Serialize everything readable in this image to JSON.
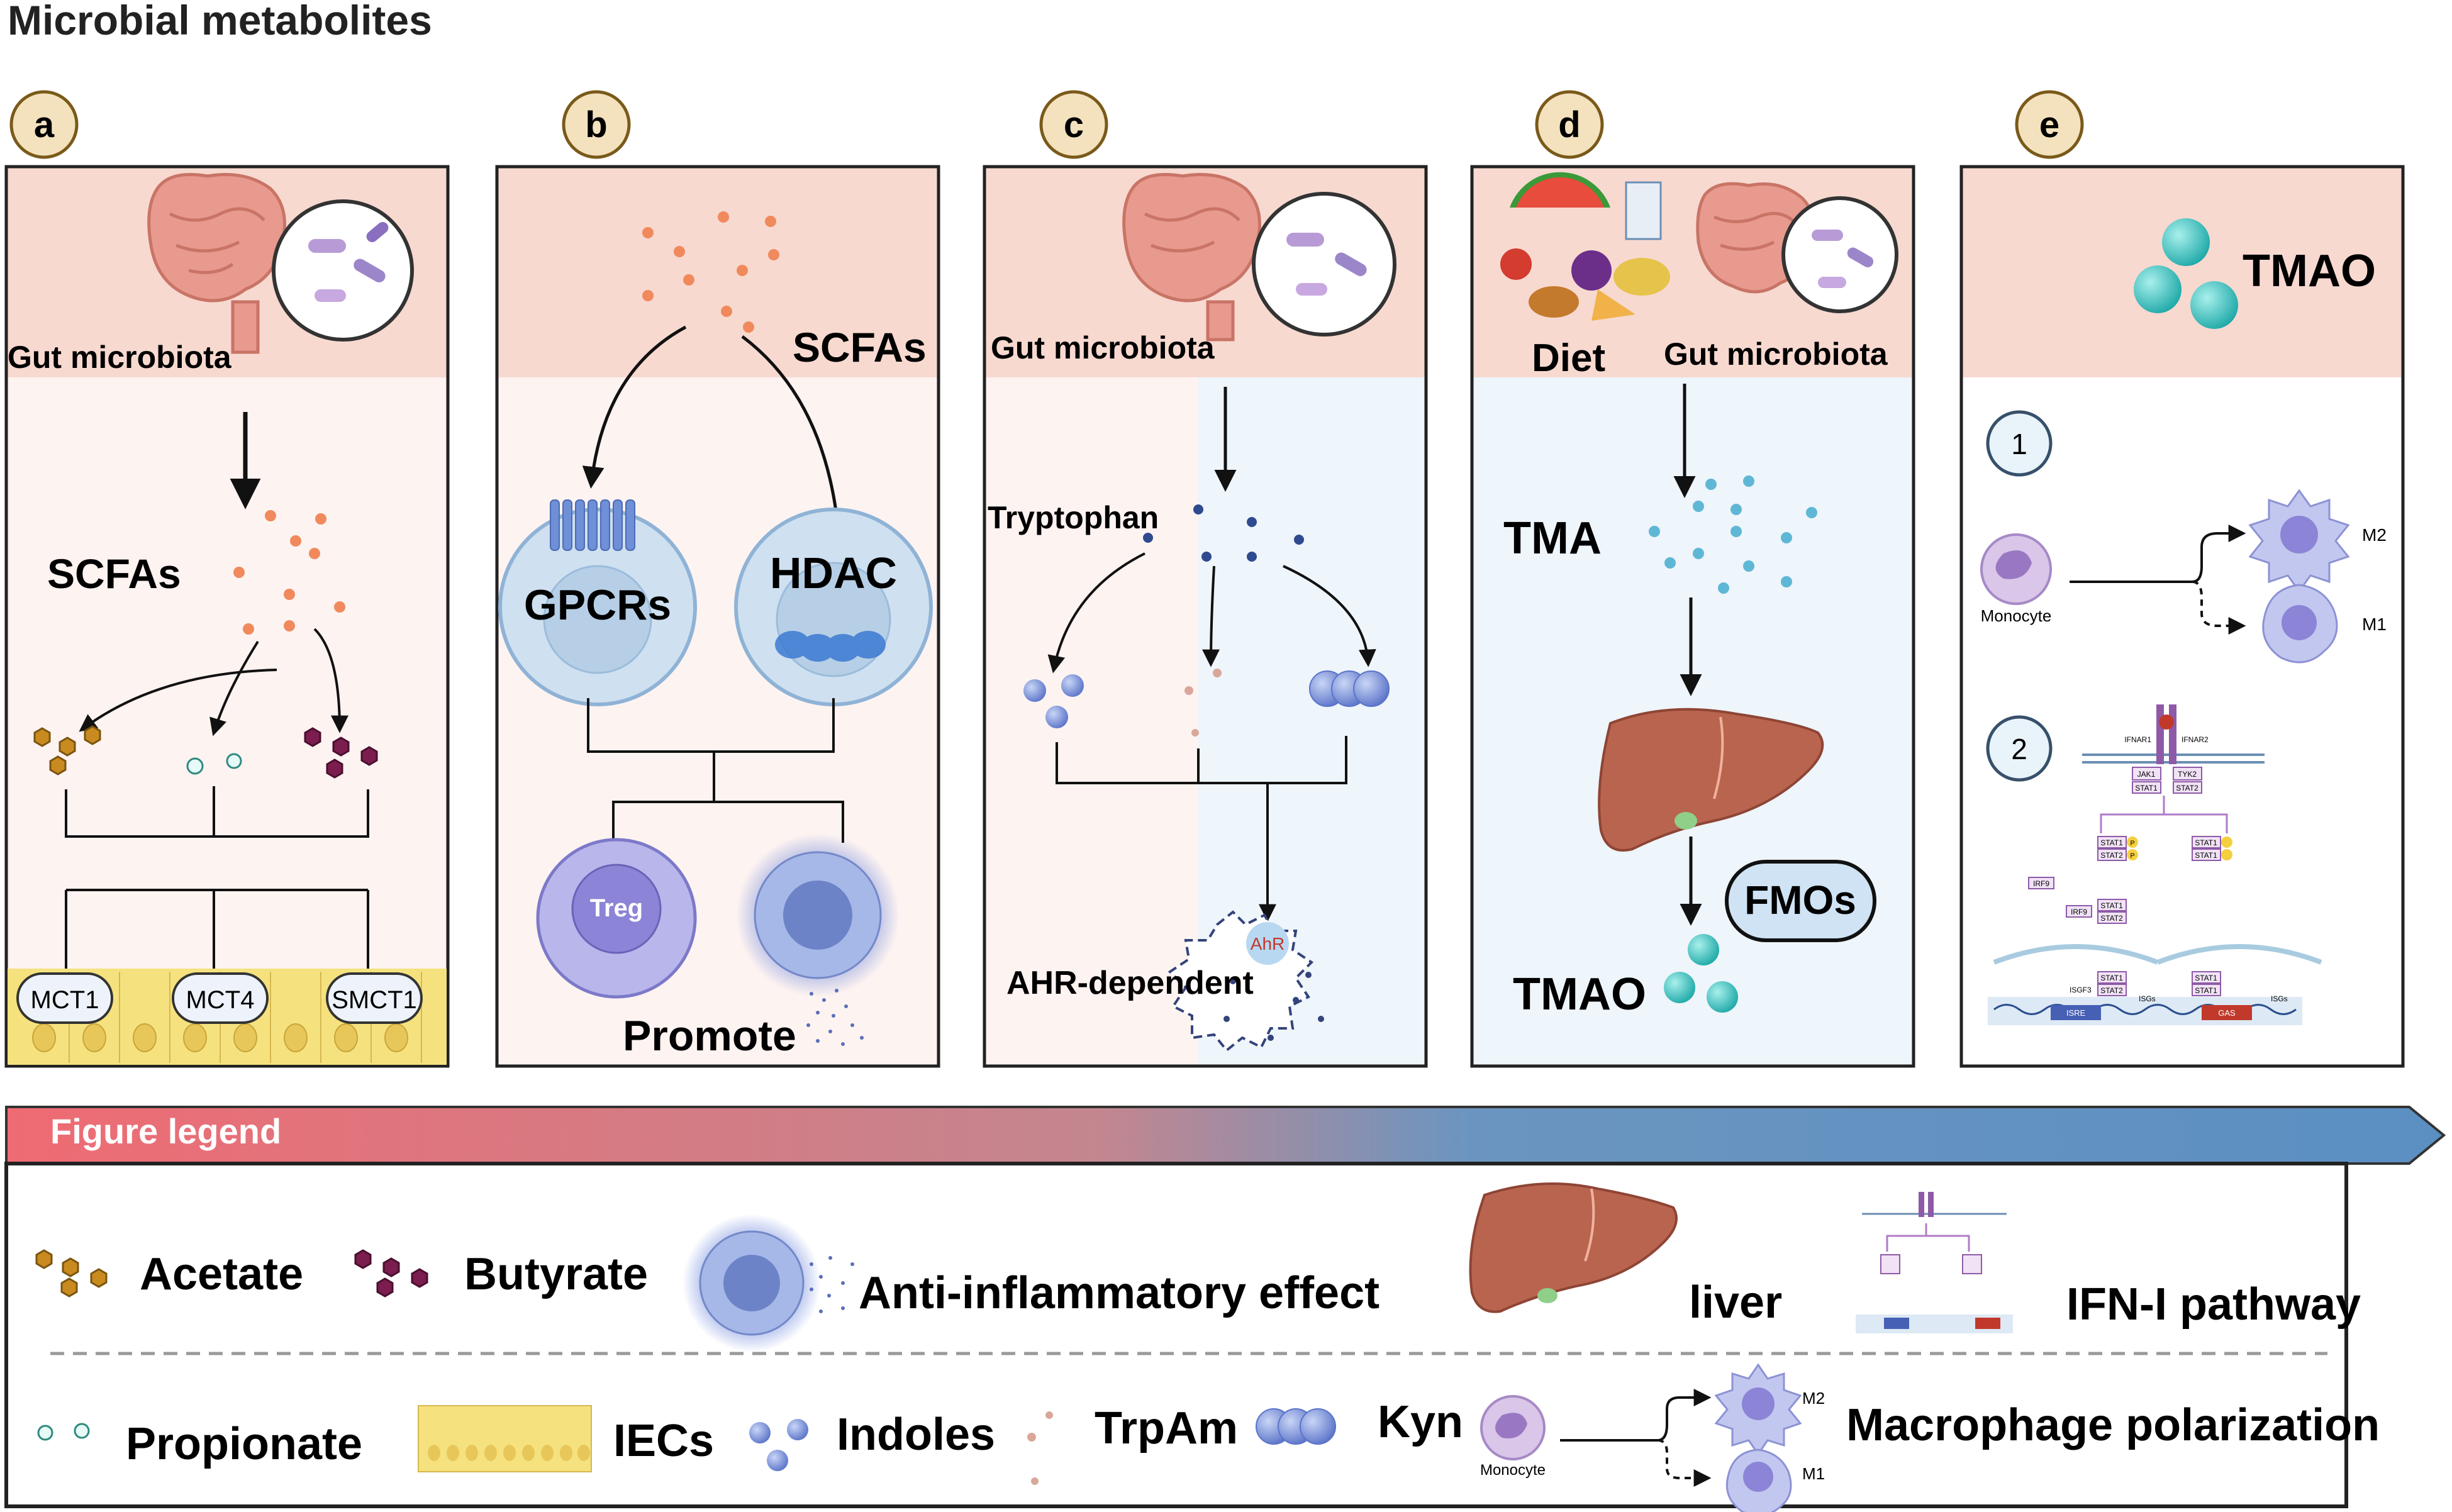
{
  "title": "Microbial metabolites",
  "panels": {
    "a": {
      "letter": "a",
      "gut_label": "Gut microbiota",
      "scfa_label": "SCFAs",
      "transporters": [
        "MCT1",
        "MCT4",
        "SMCT1"
      ]
    },
    "b": {
      "letter": "b",
      "scfa_label": "SCFAs",
      "gpcr_label": "GPCRs",
      "hdac_label": "HDAC",
      "treg_label": "Treg",
      "promote_label": "Promote"
    },
    "c": {
      "letter": "c",
      "gut_label": "Gut microbiota",
      "tryptophan_label": "Tryptophan",
      "ahr_label": "AhR",
      "ahr_dependent_label": "AHR-dependent"
    },
    "d": {
      "letter": "d",
      "diet_label": "Diet",
      "gut_label": "Gut microbiota",
      "tma_label": "TMA",
      "fmo_label": "FMOs",
      "tmao_label": "TMAO"
    },
    "e": {
      "letter": "e",
      "tmao_label": "TMAO",
      "step1": "1",
      "step2": "2",
      "monocyte_label": "Monocyte",
      "m2_label": "M2",
      "m1_label": "M1",
      "ifn": {
        "ifnar1": "IFNAR1",
        "ifnar2": "IFNAR2",
        "jak1": "JAK1",
        "tyk2": "TYK2",
        "stat1": "STAT1",
        "stat2": "STAT2",
        "irf9": "IRF9",
        "isgf3": "ISGF3",
        "isre": "ISRE",
        "gas": "GAS",
        "isgs": "ISGs",
        "p": "P"
      }
    }
  },
  "legend": {
    "header": "Figure legend",
    "items": {
      "acetate": "Acetate",
      "butyrate": "Butyrate",
      "anti_inflammatory": "Anti-inflammatory  effect",
      "liver": "liver",
      "ifn_pathway": "IFN-I pathway",
      "propionate": "Propionate",
      "iecs": "IECs",
      "indoles": "Indoles",
      "trpam": "TrpAm",
      "kyn": "Kyn",
      "macrophage": "Macrophage polarization",
      "monocyte": "Monocyte",
      "m2": "M2",
      "m1": "M1"
    }
  },
  "colors": {
    "panel_top": "#f7d9d0",
    "panel_body_pink": "#fdf3f1",
    "panel_body_blue": "#eef5fb",
    "acetate": "#c98a1f",
    "butyrate": "#7b1d4f",
    "propionate": "#7cc8c0",
    "scfa_dot": "#f08a5d",
    "indole": "#2f4a8f",
    "tma_dot": "#5fb7d6",
    "tmao": "#35c2c0",
    "liver": "#b9644f",
    "letter_circle": "#f3e2bd",
    "legend_start": "#ee6670",
    "legend_end": "#5b8fc2"
  }
}
